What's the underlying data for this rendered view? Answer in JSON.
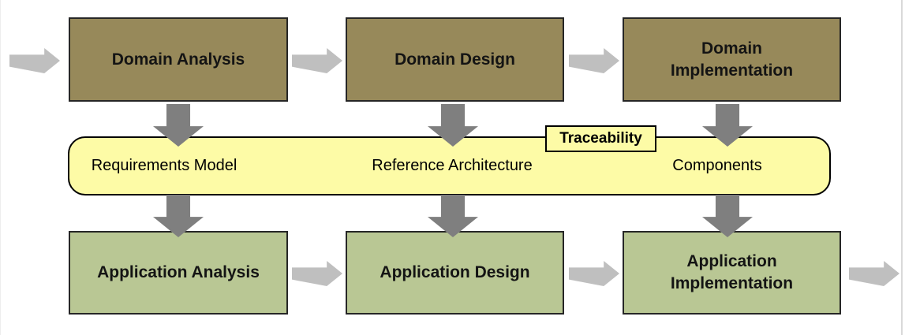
{
  "diagram": {
    "title_hint": "Domain and Application Engineering process flow",
    "top_row": [
      {
        "label": "Domain Analysis"
      },
      {
        "label": "Domain Design"
      },
      {
        "label": "Domain Implementation"
      }
    ],
    "middle_band": {
      "tag": "Traceability",
      "items": [
        {
          "label": "Requirements Model"
        },
        {
          "label": "Reference Architecture"
        },
        {
          "label": "Components"
        }
      ]
    },
    "bottom_row": [
      {
        "label": "Application Analysis"
      },
      {
        "label": "Application Design"
      },
      {
        "label": "Application Implementation"
      }
    ],
    "colors": {
      "domain_box": "#97895a",
      "application_box": "#b9c794",
      "band": "#fdfba6",
      "vertical_arrow": "#7f7f7f",
      "horizontal_arrow": "#bfbfbf"
    }
  }
}
